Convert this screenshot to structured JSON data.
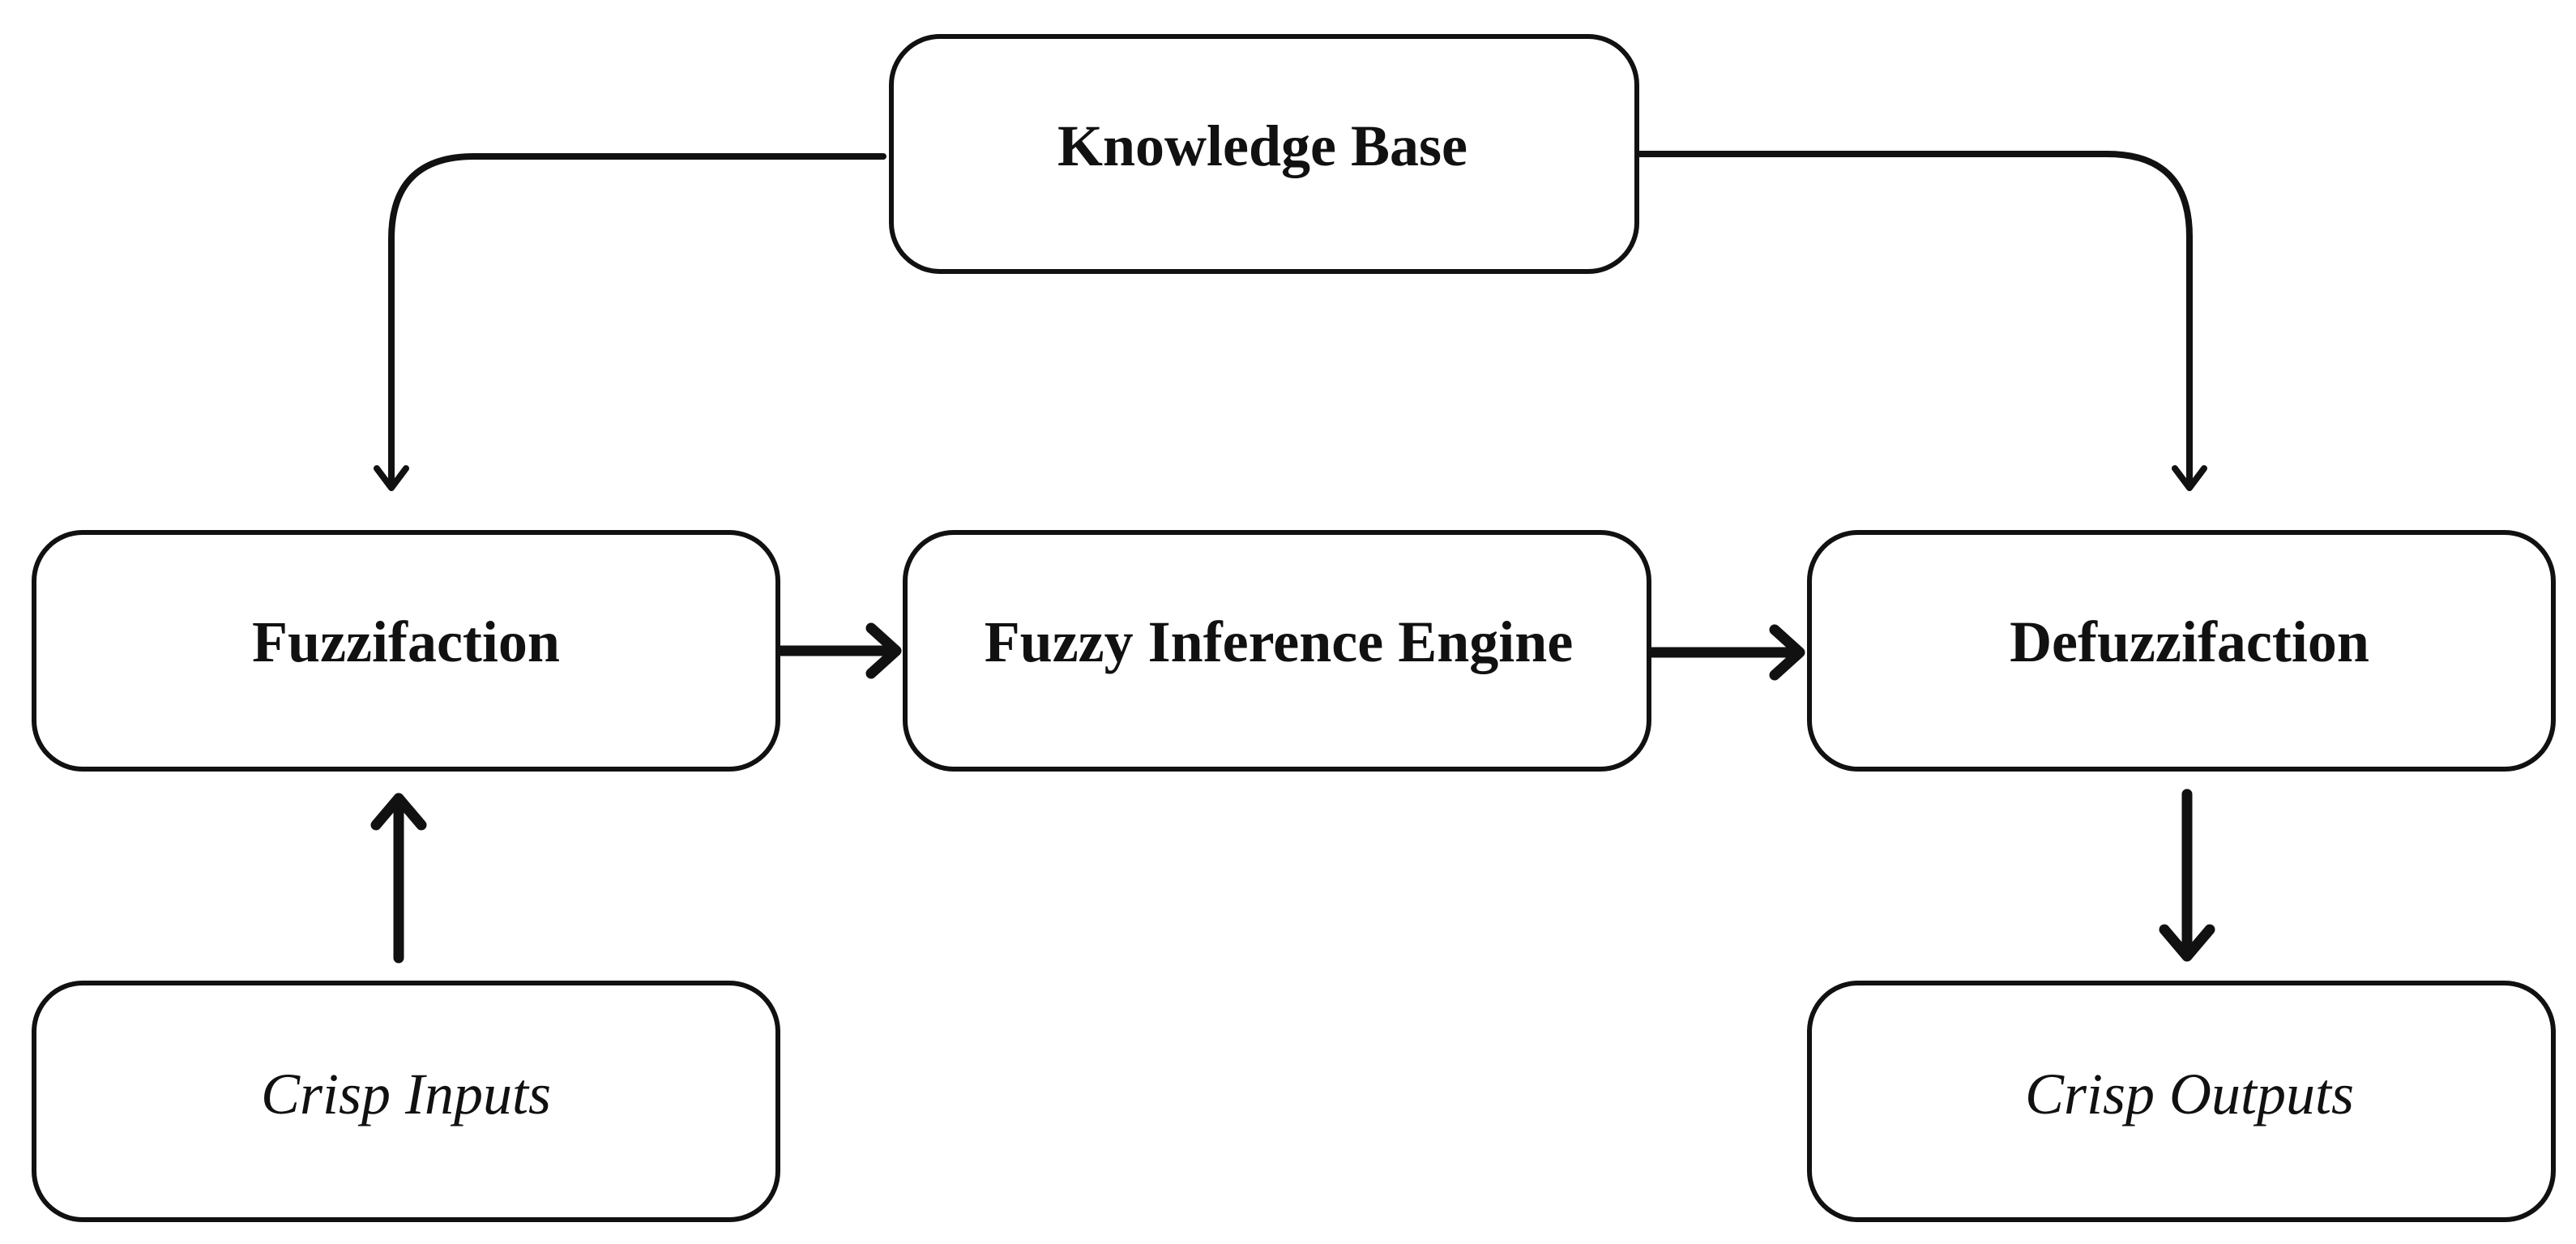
{
  "nodes": {
    "knowledge_base": "Knowledge Base",
    "fuzzification": "Fuzzifaction",
    "inference_engine": "Fuzzy Inference Engine",
    "defuzzification": "Defuzzifaction",
    "crisp_inputs": "Crisp Inputs",
    "crisp_outputs": "Crisp Outputs"
  },
  "edges": [
    {
      "from": "knowledge_base",
      "to": "fuzzification"
    },
    {
      "from": "knowledge_base",
      "to": "defuzzification"
    },
    {
      "from": "crisp_inputs",
      "to": "fuzzification"
    },
    {
      "from": "fuzzification",
      "to": "inference_engine"
    },
    {
      "from": "inference_engine",
      "to": "defuzzification"
    },
    {
      "from": "defuzzification",
      "to": "crisp_outputs"
    }
  ]
}
